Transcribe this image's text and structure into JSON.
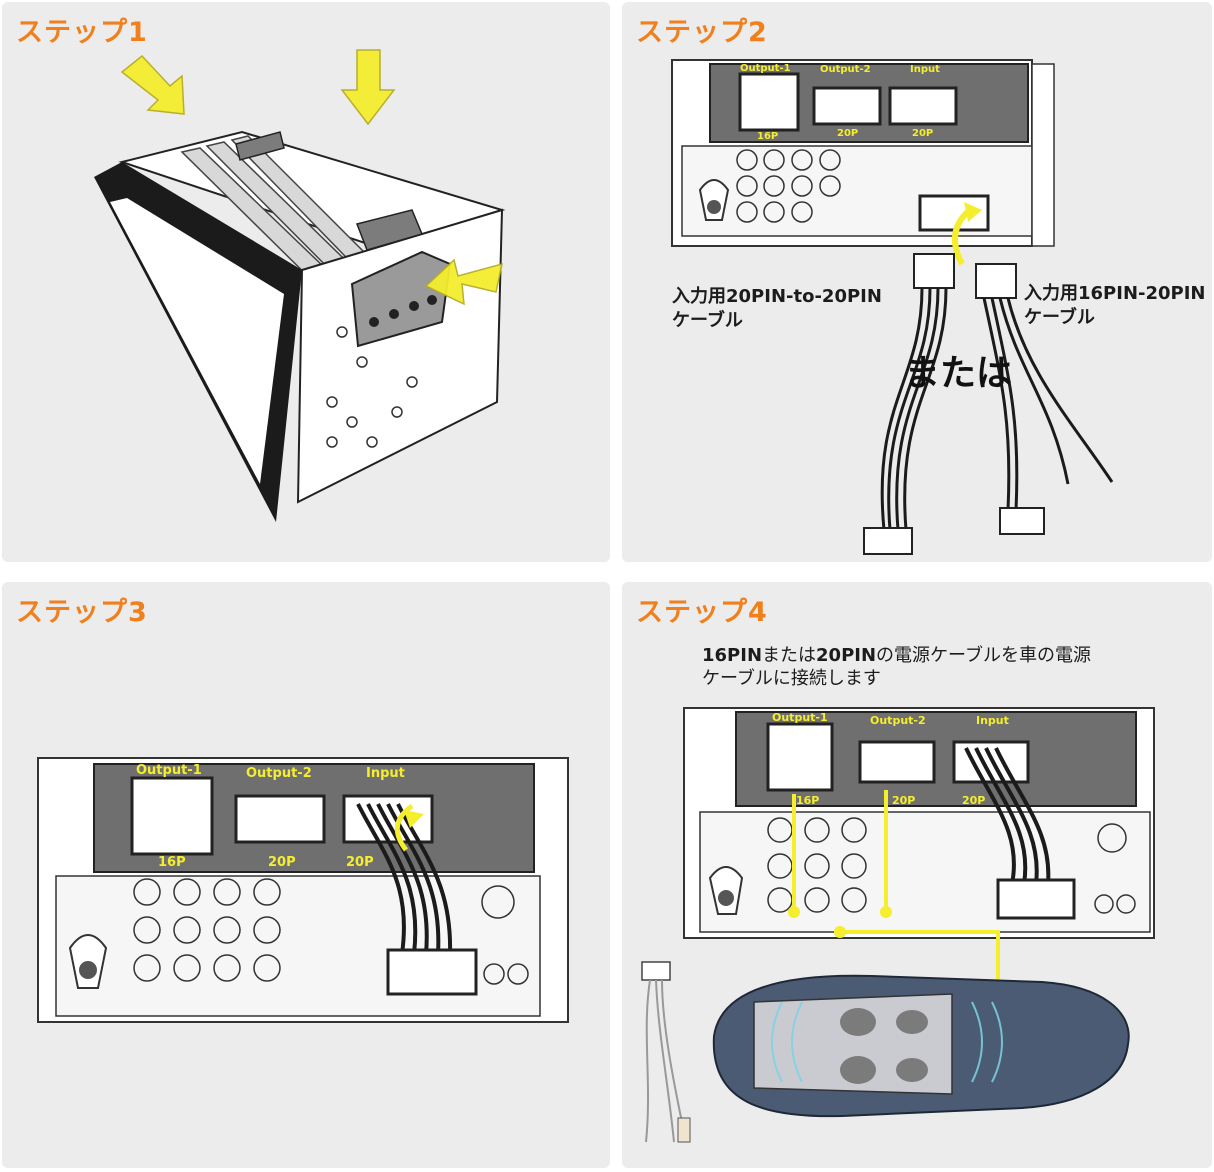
{
  "step1": {
    "title": "ステップ1"
  },
  "step2": {
    "title": "ステップ2",
    "port_labels": {
      "output1": "Output-1",
      "output2": "Output-2",
      "input": "Input",
      "pins_16": "16P",
      "pins_20a": "20P",
      "pins_20b": "20P"
    },
    "cable_left_label_line1": "入力用20PIN-to-20PIN",
    "cable_left_label_line2": "ケーブル",
    "cable_right_label_line1": "入力用16PIN-20PIN",
    "cable_right_label_line2": "ケーブル",
    "or_text": "または"
  },
  "step3": {
    "title": "ステップ3",
    "port_labels": {
      "output1": "Output-1",
      "output2": "Output-2",
      "input": "Input",
      "pins_16": "16P",
      "pins_20a": "20P",
      "pins_20b": "20P"
    }
  },
  "step4": {
    "title": "ステップ4",
    "desc_bold1": "16PIN",
    "desc_text1": "または",
    "desc_bold2": "20PIN",
    "desc_text2": "の電源ケーブルを車の電源",
    "desc_line2": "ケーブルに接続します",
    "port_labels": {
      "output1": "Output-1",
      "output2": "Output-2",
      "input": "Input",
      "pins_16": "16P",
      "pins_20a": "20P",
      "pins_20b": "20P"
    }
  },
  "colors": {
    "accent": "#f07f1c",
    "highlight": "#f5ee2e",
    "panel_bg": "#ececec",
    "module": "#6f6f6f"
  }
}
